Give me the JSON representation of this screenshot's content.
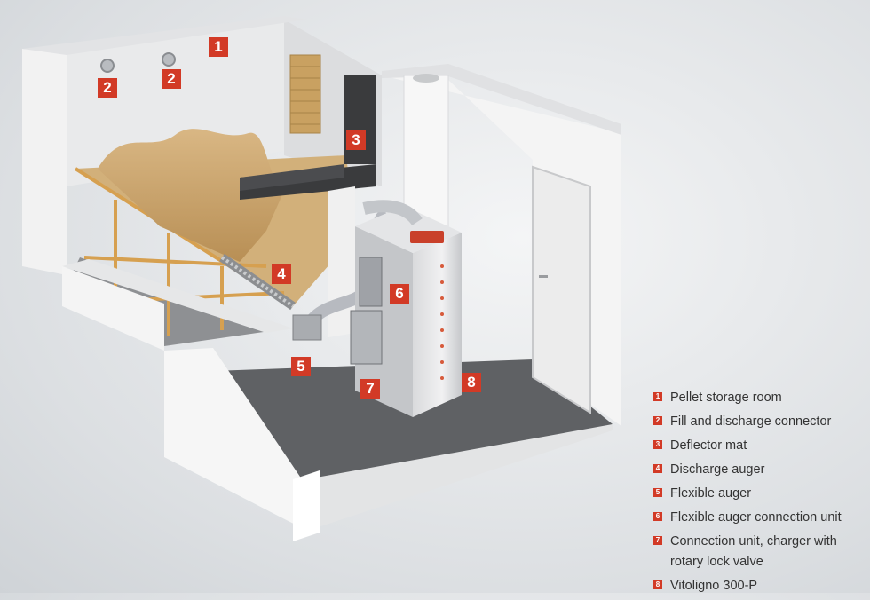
{
  "callouts": [
    "1",
    "2",
    "2",
    "3",
    "4",
    "5",
    "6",
    "7",
    "8"
  ],
  "legend": [
    {
      "num": "1",
      "text": "Pellet storage room"
    },
    {
      "num": "2",
      "text": "Fill and discharge connector"
    },
    {
      "num": "3",
      "text": "Deflector mat"
    },
    {
      "num": "4",
      "text": "Discharge auger"
    },
    {
      "num": "5",
      "text": "Flexible auger"
    },
    {
      "num": "6",
      "text": "Flexible auger connection unit"
    },
    {
      "num": "7",
      "text": "Connection unit, charger with rotary lock valve"
    },
    {
      "num": "8",
      "text": "Vitoligno 300-P"
    }
  ],
  "colors": {
    "accent": "#d23a26",
    "floor": "#5f6164",
    "wall": "#f2f2f2",
    "pellet": "#cfa86b",
    "frame": "#d6a050"
  }
}
